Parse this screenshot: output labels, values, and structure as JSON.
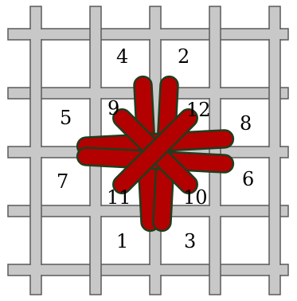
{
  "colors": {
    "grid_fill": "#c8c8c8",
    "grid_stroke": "#5a5a5a",
    "thread_fill": "#b30000",
    "thread_stroke": "#1f3d1f",
    "background": "#ffffff"
  },
  "labels": {
    "n1": "1",
    "n2": "2",
    "n3": "3",
    "n4": "4",
    "n5": "5",
    "n6": "6",
    "n7": "7",
    "n8": "8",
    "n9": "9",
    "n10": "10",
    "n11": "11",
    "n12": "12"
  }
}
